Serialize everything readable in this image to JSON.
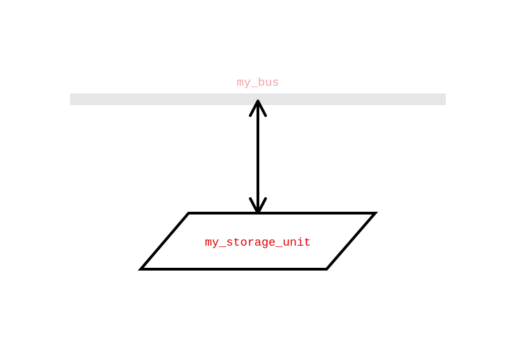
{
  "bus": {
    "label": "my_bus",
    "label_color": "#f4a3a3",
    "bar_color": "#e6e6e6"
  },
  "storage": {
    "label": "my_storage_unit",
    "label_color": "#e00000",
    "border_color": "#000000",
    "fill_color": "#ffffff"
  },
  "connector": {
    "type": "bidirectional-arrow",
    "color": "#000000"
  }
}
